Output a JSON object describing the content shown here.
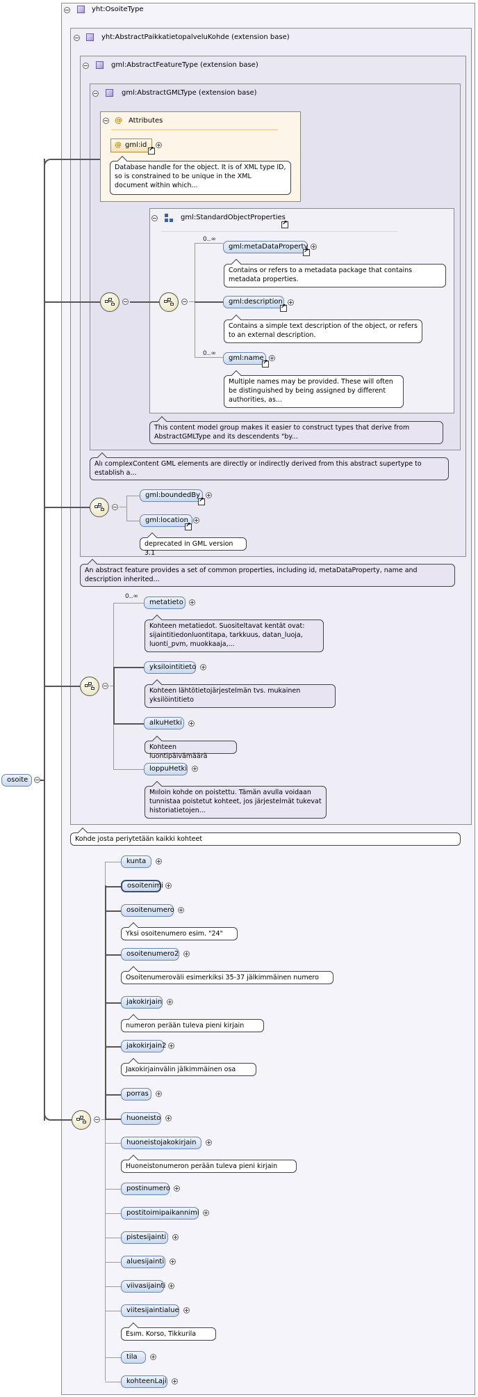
{
  "root": {
    "type_title": "yht:OsoiteType",
    "element_label": "osoite"
  },
  "abstract_paikka": {
    "title": "yht:AbstractPaikkatietopalveluKohde (extension base)",
    "doc": "Kohde josta periytetään kaikki kohteet"
  },
  "abstract_feature": {
    "title": "gml:AbstractFeatureType (extension base)",
    "doc": "An abstract feature provides a set of common properties, including id, metaDataProperty, name and description inherited..."
  },
  "abstract_gml": {
    "title": "gml:AbstractGMLType (extension base)",
    "doc": "All complexContent GML elements are directly or indirectly derived from this abstract supertype to establish a..."
  },
  "attributes": {
    "title": "Attributes",
    "id_label": "gml:id",
    "id_doc": "Database handle for the object. It is of XML type ID, so is constrained to be unique in the XML document within which..."
  },
  "standard_props": {
    "title": "gml:StandardObjectProperties",
    "doc": "This content model group makes it easier to construct types that derive from AbstractGMLType and its descendents \"by...",
    "items": [
      {
        "label": "gml:metaDataProperty",
        "card": "0..∞",
        "doc": "Contains or refers to a metadata package that contains metadata properties."
      },
      {
        "label": "gml:description",
        "card": "",
        "doc": "Contains a simple text description of the object, or refers to an external description."
      },
      {
        "label": "gml:name",
        "card": "0..∞",
        "doc": "Multiple names may be provided. These will often be distinguished by being assigned by different authorities, as..."
      }
    ]
  },
  "feature_seq": {
    "bounded_by": "gml:boundedBy",
    "location": "gml:location",
    "location_doc": "deprecated in GML version 3.1"
  },
  "paikka_seq": {
    "items": [
      {
        "label": "metatieto",
        "card": "0..∞",
        "doc": "Kohteen metatiedot. Suositeltavat kentät ovat: sijaintitiedonluontitapa, tarkkuus, datan_luoja, luonti_pvm, muokkaaja,..."
      },
      {
        "label": "yksilointitieto",
        "card": "",
        "doc": "Kohteen lähtötietojärjestelmän tvs. mukainen yksilöintitieto"
      },
      {
        "label": "alkuHetki",
        "card": "",
        "doc": "Kohteen luontipäivämäärä"
      },
      {
        "label": "loppuHetki",
        "card": "",
        "doc": "Milloin kohde on poistettu. Tämän avulla voidaan tunnistaa poistetut kohteet, jos järjestelmät tukevat historiatietojen..."
      }
    ]
  },
  "osoite_seq": {
    "items": [
      {
        "label": "kunta",
        "doc": ""
      },
      {
        "label": "osoitenimi",
        "doc": ""
      },
      {
        "label": "osoitenumero",
        "doc": "Yksi osoitenumero esim. \"24\""
      },
      {
        "label": "osoitenumero2",
        "doc": "Osoitenumeroväli esimerkiksi 35-37 jälkimmäinen numero"
      },
      {
        "label": "jakokirjain",
        "doc": "numeron perään tuleva pieni kirjain"
      },
      {
        "label": "jakokirjain2",
        "doc": "Jakokirjainvälin jälkimmäinen osa"
      },
      {
        "label": "porras",
        "doc": ""
      },
      {
        "label": "huoneisto",
        "doc": ""
      },
      {
        "label": "huoneistojakokirjain",
        "doc": "Huoneistonumeron perään tuleva pieni kirjain"
      },
      {
        "label": "postinumero",
        "doc": ""
      },
      {
        "label": "postitoimipaikannimi",
        "doc": ""
      },
      {
        "label": "pistesijainti",
        "doc": ""
      },
      {
        "label": "aluesijainti",
        "doc": ""
      },
      {
        "label": "viivasijainti",
        "doc": ""
      },
      {
        "label": "viitesijaintialue",
        "doc": "Esim. Korso, Tikkurila"
      },
      {
        "label": "tila",
        "doc": ""
      },
      {
        "label": "kohteenLaji",
        "doc": ""
      }
    ]
  }
}
